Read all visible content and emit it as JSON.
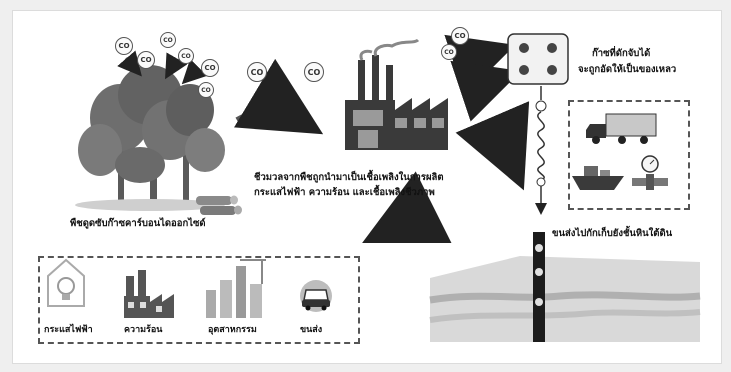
{
  "co2_bubble_label": "CO",
  "labels": {
    "plants": "พืชดูดซับก๊าซคาร์บอนไดออกไซด์",
    "biomass_line1": "ชีวมวลจากพืชถูกนำมาเป็นเชื้อเพลิงในการผลิต",
    "biomass_line2": "กระแสไฟฟ้า ความร้อน และเชื้อเพลิงชีวภาพ",
    "capture_line1": "ก๊าซที่ดักจับได้",
    "capture_line2": "จะถูกอัดให้เป็นของเหลว",
    "storage": "ขนส่งไปกักเก็บยังชั้นหินใต้ดิน"
  },
  "outputs": [
    {
      "label": "กระแสไฟฟ้า",
      "icon": "lightbulb-house-icon"
    },
    {
      "label": "ความร้อน",
      "icon": "factory-icon"
    },
    {
      "label": "อุตสาหกรรม",
      "icon": "industry-skyline-icon"
    },
    {
      "label": "ขนส่ง",
      "icon": "car-icon"
    }
  ],
  "transport_icons": [
    "truck-icon",
    "ship-icon",
    "pipeline-valve-icon"
  ],
  "colors": {
    "arrow": "#555555",
    "tree_foliage": "#6b6b6b",
    "factory": "#3a3a3a",
    "ground_top": "#d7d7d7",
    "ground_layers": "#b5b5b5"
  }
}
